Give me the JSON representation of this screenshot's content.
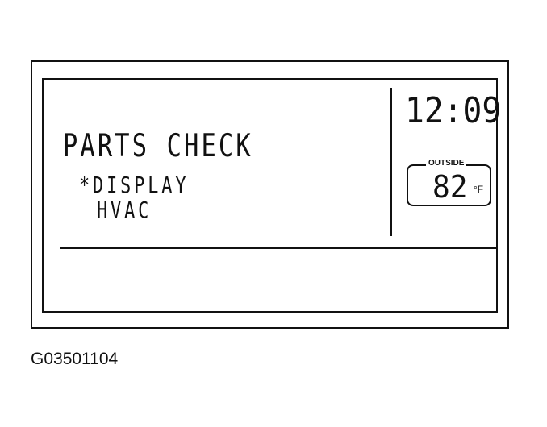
{
  "display": {
    "title": "PARTS CHECK",
    "menu_items": [
      "*DISPLAY",
      "HVAC"
    ],
    "clock": "12:09",
    "outside_label": "OUTSIDE",
    "outside_temp": "82",
    "temp_unit": "°F"
  },
  "figure_id": "G03501104"
}
